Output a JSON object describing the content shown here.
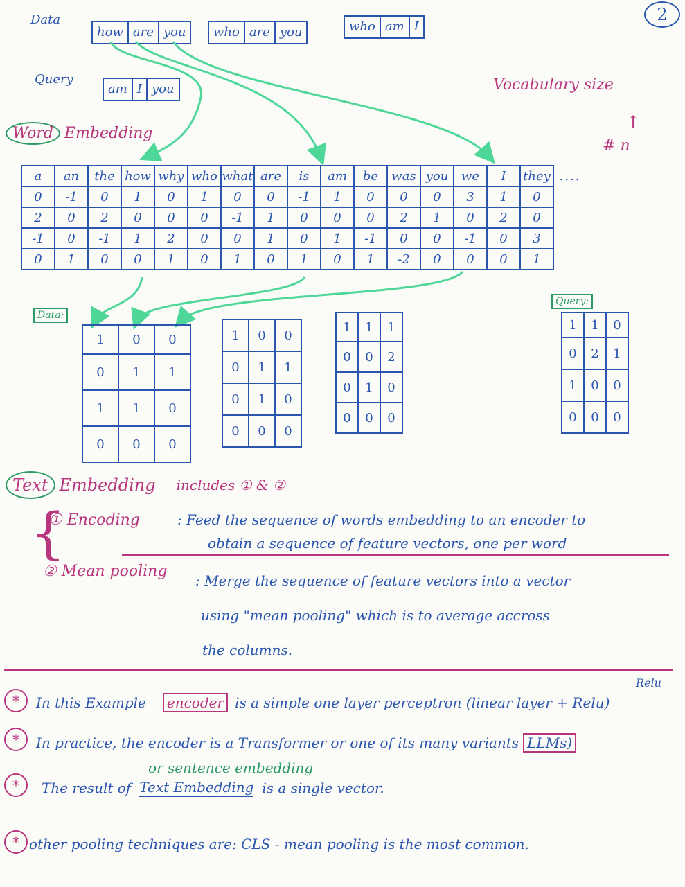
{
  "page_number": "2",
  "data_label": "Data",
  "data_sequences": [
    [
      "how",
      "are",
      "you"
    ],
    [
      "who",
      "are",
      "you"
    ],
    [
      "who",
      "am",
      "I"
    ]
  ],
  "query_label": "Query",
  "query_sequence": [
    "am",
    "I",
    "you"
  ],
  "vocab_size_label": "Vocabulary size",
  "vocab_n_label": "# n",
  "word_embedding_word": "Word",
  "word_embedding_rest": "Embedding",
  "vocab_table": {
    "words": [
      "a",
      "an",
      "the",
      "how",
      "why",
      "who",
      "what",
      "are",
      "is",
      "am",
      "be",
      "was",
      "you",
      "we",
      "I",
      "they"
    ],
    "ellipsis": "....",
    "rows": [
      [
        "0",
        "-1",
        "0",
        "1",
        "0",
        "1",
        "0",
        "0",
        "-1",
        "1",
        "0",
        "0",
        "0",
        "3",
        "1",
        "0"
      ],
      [
        "2",
        "0",
        "2",
        "0",
        "0",
        "0",
        "-1",
        "1",
        "0",
        "0",
        "0",
        "2",
        "1",
        "0",
        "2",
        "0"
      ],
      [
        "-1",
        "0",
        "-1",
        "1",
        "2",
        "0",
        "0",
        "1",
        "0",
        "1",
        "-1",
        "0",
        "0",
        "-1",
        "0",
        "3"
      ],
      [
        "0",
        "1",
        "0",
        "0",
        "1",
        "0",
        "1",
        "0",
        "1",
        "0",
        "1",
        "-2",
        "0",
        "0",
        "0",
        "1"
      ]
    ]
  },
  "data_tag": "Data:",
  "query_tag": "Query:",
  "matrices": [
    [
      [
        "1",
        "0",
        "0"
      ],
      [
        "0",
        "1",
        "1"
      ],
      [
        "1",
        "1",
        "0"
      ],
      [
        "0",
        "0",
        "0"
      ]
    ],
    [
      [
        "1",
        "0",
        "0"
      ],
      [
        "0",
        "1",
        "1"
      ],
      [
        "0",
        "1",
        "0"
      ],
      [
        "0",
        "0",
        "0"
      ]
    ],
    [
      [
        "1",
        "1",
        "1"
      ],
      [
        "0",
        "0",
        "2"
      ],
      [
        "0",
        "1",
        "0"
      ],
      [
        "0",
        "0",
        "0"
      ]
    ]
  ],
  "query_matrix": [
    [
      "1",
      "1",
      "0"
    ],
    [
      "0",
      "2",
      "1"
    ],
    [
      "1",
      "0",
      "0"
    ],
    [
      "0",
      "0",
      "0"
    ]
  ],
  "text_embedding_word": "Text",
  "text_embedding_rest": "Embedding",
  "includes_text": "includes ① & ②",
  "step1_label": "① Encoding",
  "step1_text_line1": ": Feed the sequence of words embedding to an encoder to",
  "step1_text_line2": "obtain a sequence of feature vectors, one per word",
  "step2_label": "② Mean pooling",
  "step2_text_line1": ": Merge the sequence of feature vectors into a vector",
  "step2_text_line2": "using \"mean pooling\" which is to average accross",
  "step2_text_line3": "the columns.",
  "relu_note": "Relu",
  "star": "*",
  "bullet1_a": "In this Example",
  "bullet1_encoder": "encoder",
  "bullet1_b": "is a simple one layer perceptron (linear layer + Relu)",
  "bullet2_a": "In practice, the encoder is a Transformer or one of its many variants",
  "bullet2_llm": "LLMs)",
  "bullet3_note": "or sentence embedding",
  "bullet3_a": "The result of",
  "bullet3_em": "Text Embedding",
  "bullet3_b": "is a single vector.",
  "bullet4": "other pooling techniques are: CLS - mean pooling is the most common."
}
